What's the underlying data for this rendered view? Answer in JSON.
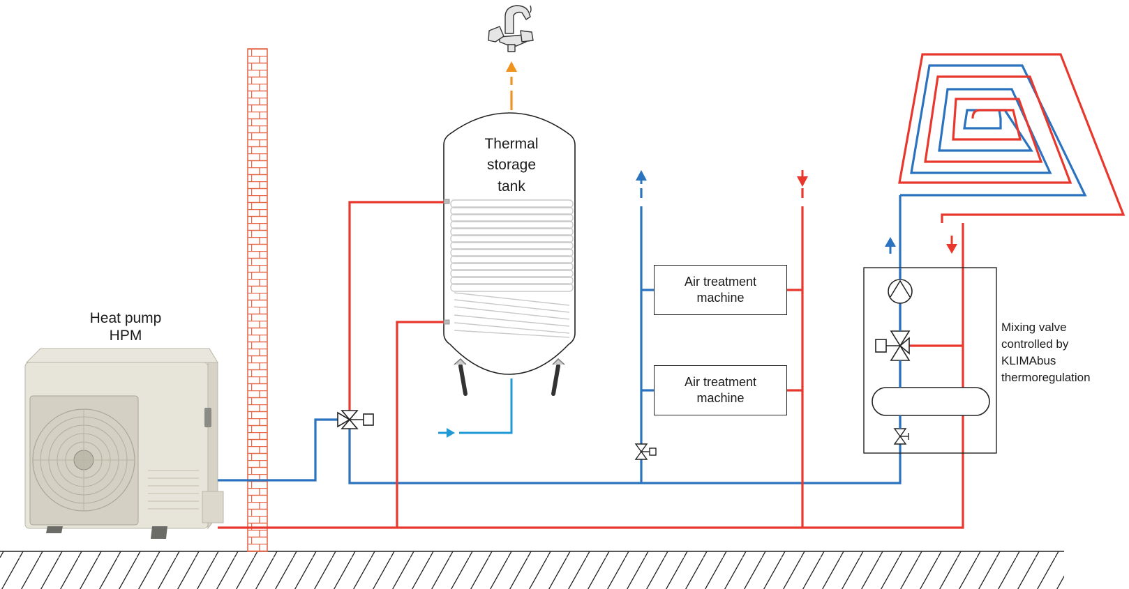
{
  "heat_pump": {
    "line1": "Heat pump",
    "line2": "HPM"
  },
  "tank": {
    "line1": "Thermal",
    "line2": "storage",
    "line3": "tank"
  },
  "air_treatment_1": {
    "line1": "Air treatment",
    "line2": "machine"
  },
  "air_treatment_2": {
    "line1": "Air treatment",
    "line2": "machine"
  },
  "mixing_valve": {
    "line1": "Mixing valve",
    "line2": "controlled by",
    "line3": "KLIMAbus",
    "line4": "thermoregulation"
  },
  "colors": {
    "hot": "#e8382d",
    "cold": "#2b72bf",
    "dhw": "#f0921e",
    "mains": "#1f9ad6",
    "brick": "#e8684a"
  }
}
